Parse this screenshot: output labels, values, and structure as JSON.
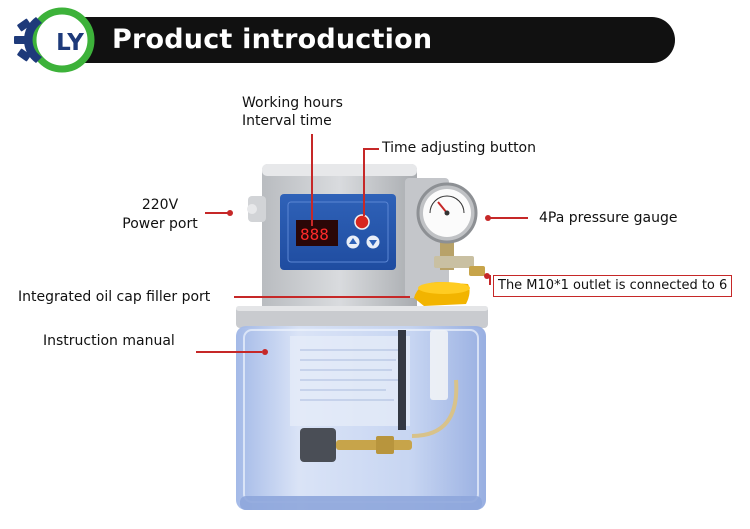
{
  "header": {
    "brand_logo_text": "LY",
    "title": "Product introduction"
  },
  "callouts": {
    "working_hours": "Working hours",
    "interval_time": "Interval time",
    "time_button": "Time adjusting button",
    "power_voltage": "220V",
    "power_port": "Power port",
    "pressure_gauge": "4Pa pressure gauge",
    "outlet": "The M10*1 outlet is connected to 6",
    "filler_port": "Integrated oil cap filler port",
    "manual": "Instruction manual"
  },
  "colors": {
    "accent_red": "#c62828",
    "logo_green": "#3db23a",
    "logo_blue": "#1e3a7a",
    "banner": "#111111"
  }
}
